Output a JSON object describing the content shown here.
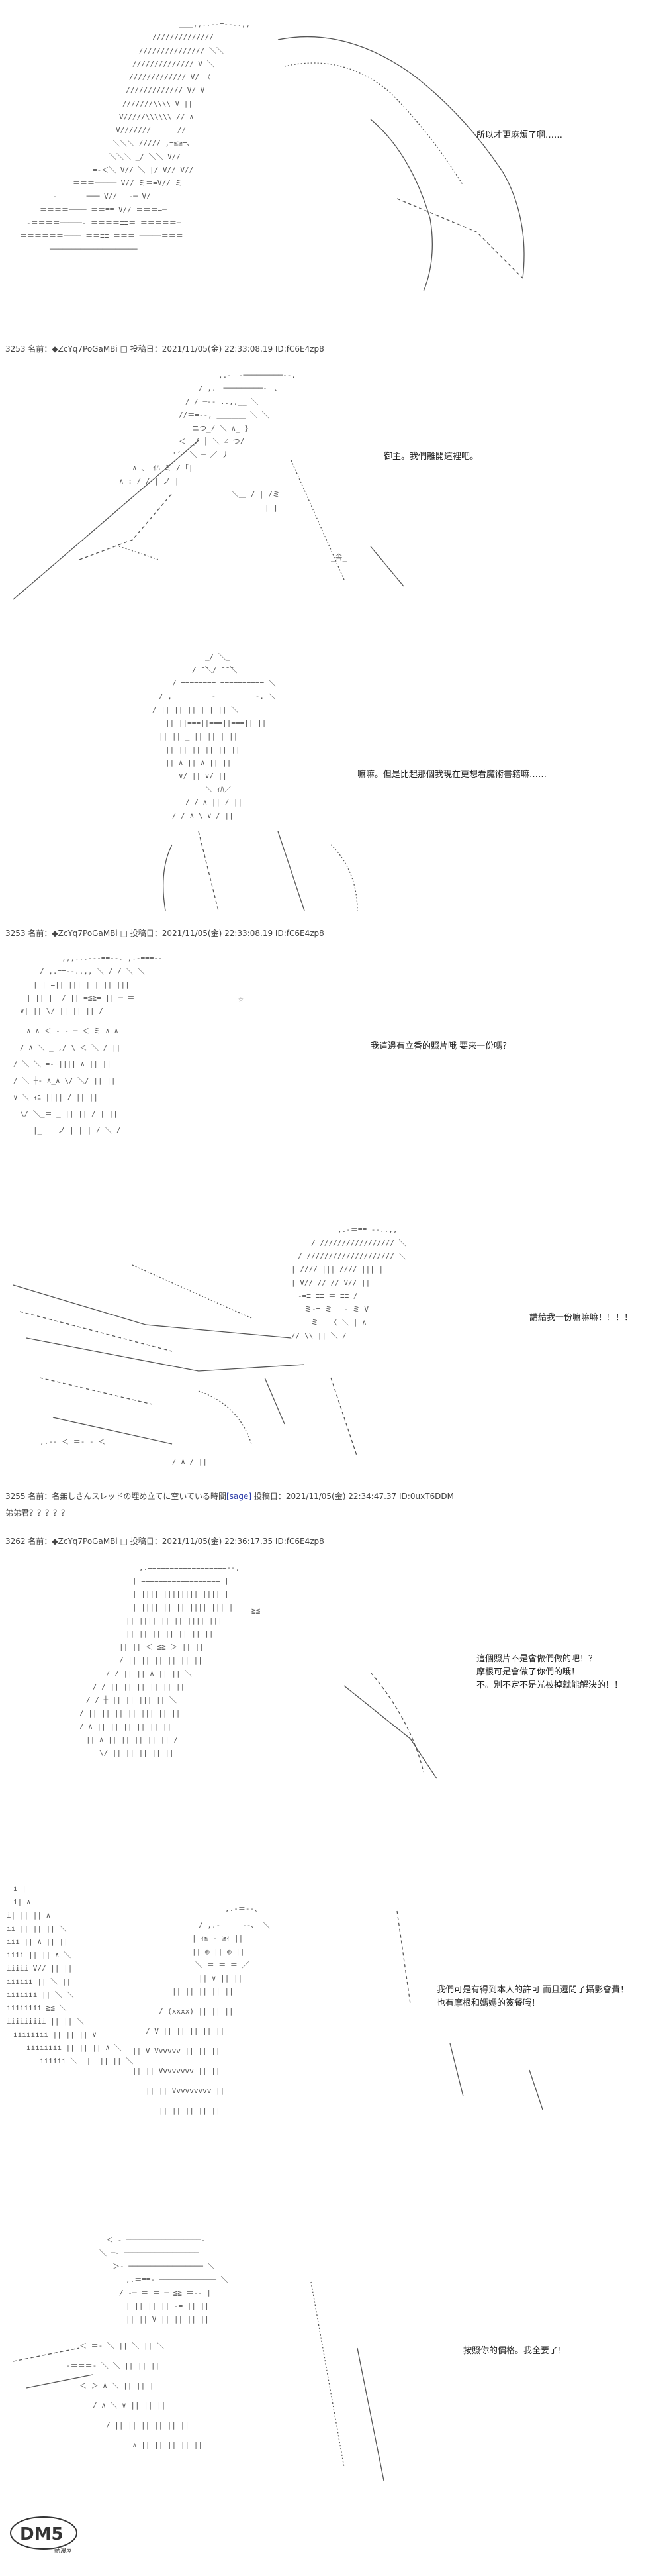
{
  "posts": [
    {
      "id": "3253",
      "label": "名前：",
      "author": "◆ZcYq7PoGaMBi",
      "icon": "□",
      "date_label": "投稿日：",
      "date": "2021/11/05(金) 22:33:08.19",
      "uid": "ID:fC6E4zp8"
    },
    {
      "id": "3253",
      "label": "名前：",
      "author": "◆ZcYq7PoGaMBi",
      "icon": "□",
      "date_label": "投稿日：",
      "date": "2021/11/05(金) 22:33:08.19",
      "uid": "ID:fC6E4zp8"
    },
    {
      "id": "3255",
      "label": "名前：",
      "author": "名無しさんスレッドの埋め立てに空いている時間",
      "link": "[sage]",
      "date_label": "投稿日：",
      "date": "2021/11/05(金) 22:34:47.37",
      "uid": "ID:0uxT6DDM"
    },
    {
      "id": "3262",
      "label": "名前：",
      "author": "◆ZcYq7PoGaMBi",
      "icon": "□",
      "date_label": "投稿日：",
      "date": "2021/11/05(金) 22:36:17.35",
      "uid": "ID:fC6E4zp8"
    }
  ],
  "standalone_line": "弟弟君？？？？？",
  "speech": {
    "p1": [
      "所以才更麻煩了啊……"
    ],
    "p2": [
      "御主。我們離開這裡吧。"
    ],
    "p3": [
      "嘛嘛。但是比起那個我現在更想看魔術書籍嘛……"
    ],
    "p4": [
      "我這邊有立香的照片哦 要來一份嗎？"
    ],
    "p5": [
      "請給我一份嘛嘛嘛！！！！"
    ],
    "p6": [
      "這個照片不是會做們做的吧！？",
      "摩根可是會做了你們的哦！",
      "不。別不定不是光被掉就能解決的！！"
    ],
    "p7": [
      "我們可是有得到本人的許可 而且還問了攝影會費！",
      "也有摩根和媽媽的簽餐哦！"
    ],
    "p8": [
      "按照你的價格。我全要了！"
    ]
  },
  "aa_glyphs": {
    "hair": "//////////////",
    "sparkle": "☆",
    "symbol": "≧≦"
  },
  "logo": {
    "text": "DM5",
    "subtext": "動漫屋"
  }
}
